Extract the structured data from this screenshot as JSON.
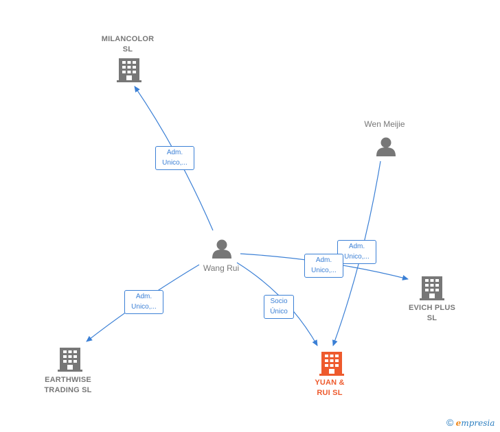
{
  "nodes": {
    "milancolor": {
      "label": "MILANCOLOR\nSL",
      "type": "company"
    },
    "wen_meijie": {
      "label": "Wen Meijie",
      "type": "person"
    },
    "wang_rui": {
      "label": "Wang Rui",
      "type": "person"
    },
    "evich_plus": {
      "label": "EVICH PLUS\nSL",
      "type": "company"
    },
    "earthwise": {
      "label": "EARTHWISE\nTRADING  SL",
      "type": "company"
    },
    "yuan_rui": {
      "label": "YUAN &\nRUI  SL",
      "type": "company-highlight"
    }
  },
  "edges": {
    "wang_milancolor": {
      "label": "Adm.\nUnico,..."
    },
    "wen_yuan": {
      "label": "Adm.\nUnico,..."
    },
    "wang_evich": {
      "label": "Adm.\nUnico,..."
    },
    "wang_earthwise": {
      "label": "Adm.\nUnico,..."
    },
    "wang_yuan": {
      "label": "Socio\nÚnico"
    }
  },
  "footer": {
    "copyright": "©",
    "brand_e": "e",
    "brand_rest": "mpresia"
  },
  "colors": {
    "edge": "#3a7fd5",
    "node_gray": "#777777",
    "highlight": "#ee5a2d"
  }
}
